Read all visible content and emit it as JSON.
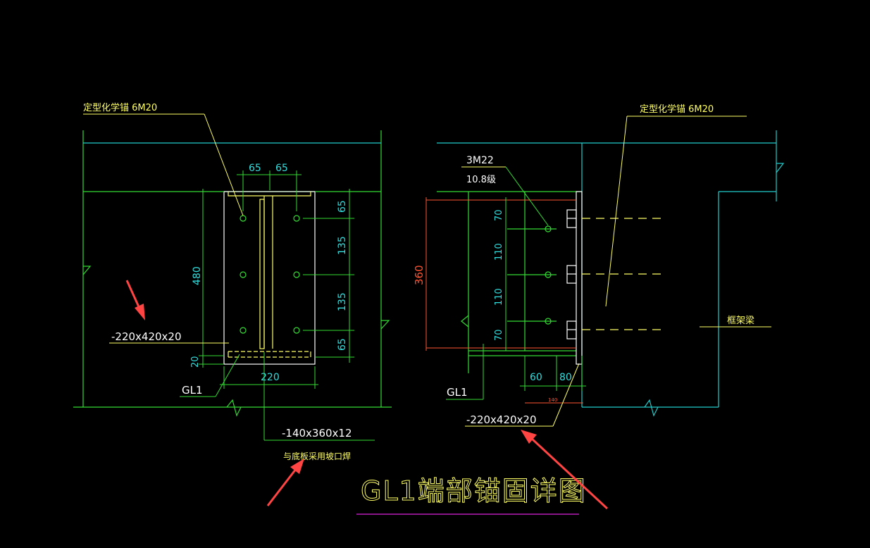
{
  "title": "GL1端部锚固详图",
  "colors": {
    "background": "#000000",
    "green": "#33dd33",
    "cyan": "#22cccc",
    "yellow": "#ffff66",
    "white": "#ffffff",
    "red": "#ff5533",
    "magenta": "#dd22dd",
    "arrow": "#ff4444"
  },
  "left_detail": {
    "anchor_label": "定型化学锚 6M20",
    "top_spacing_1": "65",
    "top_spacing_2": "65",
    "height_total": "480",
    "right_dim_1": "65",
    "right_dim_2": "135",
    "right_dim_3": "135",
    "right_dim_4": "65",
    "bottom_plate_thk": "20",
    "width": "220",
    "plate_label": "-220x420x20",
    "beam_label": "GL1",
    "stiffener_label": "-140x360x12",
    "weld_note": "与底板采用坡口焊"
  },
  "right_detail": {
    "anchor_label": "定型化学锚 6M20",
    "bolt_label": "3M22",
    "bolt_grade": "10.8级",
    "height_total": "360",
    "dim_1": "70",
    "dim_2": "110",
    "dim_3": "110",
    "dim_4": "70",
    "bottom_dim_1": "60",
    "bottom_dim_2": "80",
    "bottom_small": "140",
    "frame_beam_label": "框架梁",
    "beam_label": "GL1",
    "plate_label": "-220x420x20"
  }
}
